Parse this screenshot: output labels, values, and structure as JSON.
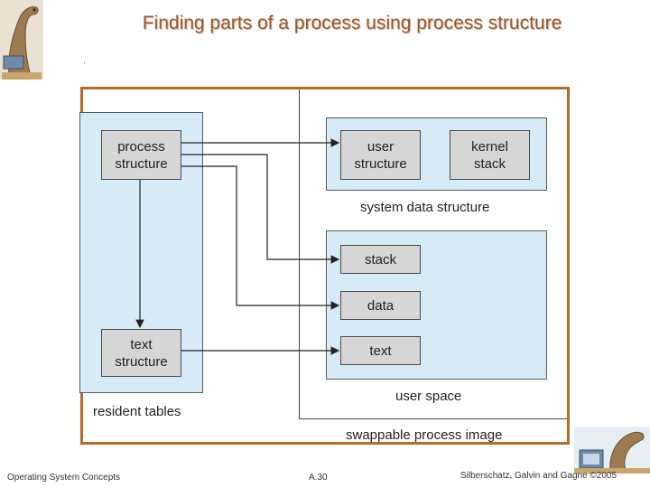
{
  "slide": {
    "title": "Finding parts of a process using process structure",
    "dot": "."
  },
  "diagram": {
    "resident_tables_label": "resident tables",
    "system_data_structure_label": "system data structure",
    "user_space_label": "user space",
    "swappable_label": "swappable process image",
    "process_structure": "process\nstructure",
    "text_structure": "text\nstructure",
    "user_structure": "user\nstructure",
    "kernel_stack": "kernel\nstack",
    "stack": "stack",
    "data": "data",
    "text": "text"
  },
  "footer": {
    "left": "Operating System Concepts",
    "middle": "A.30",
    "right": "Silberschatz, Galvin and Gagne ©2005"
  },
  "colors": {
    "accent": "#b86a28",
    "panel": "#d7ebf7",
    "box": "#d6d6d6"
  }
}
